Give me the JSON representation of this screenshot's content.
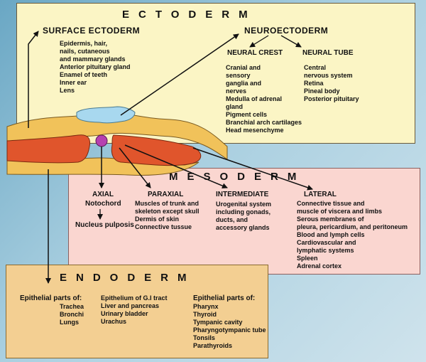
{
  "ectoderm": {
    "title": "ECTODERM",
    "surface": {
      "heading": "SURFACE ECTODERM",
      "items": [
        "Epidermis, hair,",
        "nails, cutaneous",
        "and mammary glands",
        "Anterior pituitary gland",
        "Enamel of teeth",
        "Inner ear",
        "Lens"
      ]
    },
    "neuro": {
      "heading": "NEUROECTODERM",
      "crest": {
        "heading": "NEURAL CREST",
        "items": [
          "Cranial and",
          "sensory",
          "ganglia and",
          "nerves",
          "Medulla of adrenal",
          "gland",
          "Pigment cells",
          "Branchial arch cartilages",
          "Head mesenchyme"
        ]
      },
      "tube": {
        "heading": "NEURAL TUBE",
        "items": [
          "Central",
          "nervous system",
          "Retina",
          "Pineal body",
          "Posterior pituitary"
        ]
      }
    }
  },
  "mesoderm": {
    "title": "MESODERM",
    "axial": {
      "heading": "AXIAL",
      "sub": "Notochord",
      "derived": "Nucleus pulposis"
    },
    "paraxial": {
      "heading": "PARAXIAL",
      "items": [
        "Muscles of trunk and",
        "skeleton except skull",
        "Dermis of skin",
        "Connective tussue"
      ]
    },
    "intermediate": {
      "heading": "INTERMEDIATE",
      "items": [
        "Urogenital system",
        "including gonads,",
        "ducts, and",
        "accessory glands"
      ]
    },
    "lateral": {
      "heading": "LATERAL",
      "items": [
        "Connective tissue and",
        "muscle of viscera and limbs",
        "Serous membranes of",
        "pleura, pericardium, and peritoneum",
        "Blood and lymph cells",
        "Cardiovascular and",
        "lymphatic systems",
        "Spleen",
        "Adrenal cortex"
      ]
    }
  },
  "endoderm": {
    "title": "ENDODERM",
    "col1": {
      "heading": "Epithelial parts of:",
      "items": [
        "Trachea",
        "Bronchi",
        "Lungs"
      ]
    },
    "col2": {
      "items": [
        "Epithelium of G.I tract",
        "Liver  and pancreas",
        "Urinary bladder",
        "Urachus"
      ]
    },
    "col3": {
      "heading": "Epithelial parts of:",
      "items": [
        "Pharynx",
        "Thyroid",
        "Tympanic cavity",
        "Pharyngotympanic tube",
        "Tonsils",
        "Parathyroids"
      ]
    }
  },
  "colors": {
    "ectoderm_box": "#fbf5c5",
    "mesoderm_box": "#fad6d0",
    "endoderm_box": "#f3cf92",
    "background": "#a9cfe0",
    "embryo_mesoderm": "#e0552c",
    "embryo_ectoderm": "#f1c25a",
    "neural_tube": "#a8d8ef",
    "notochord": "#b640b0"
  }
}
